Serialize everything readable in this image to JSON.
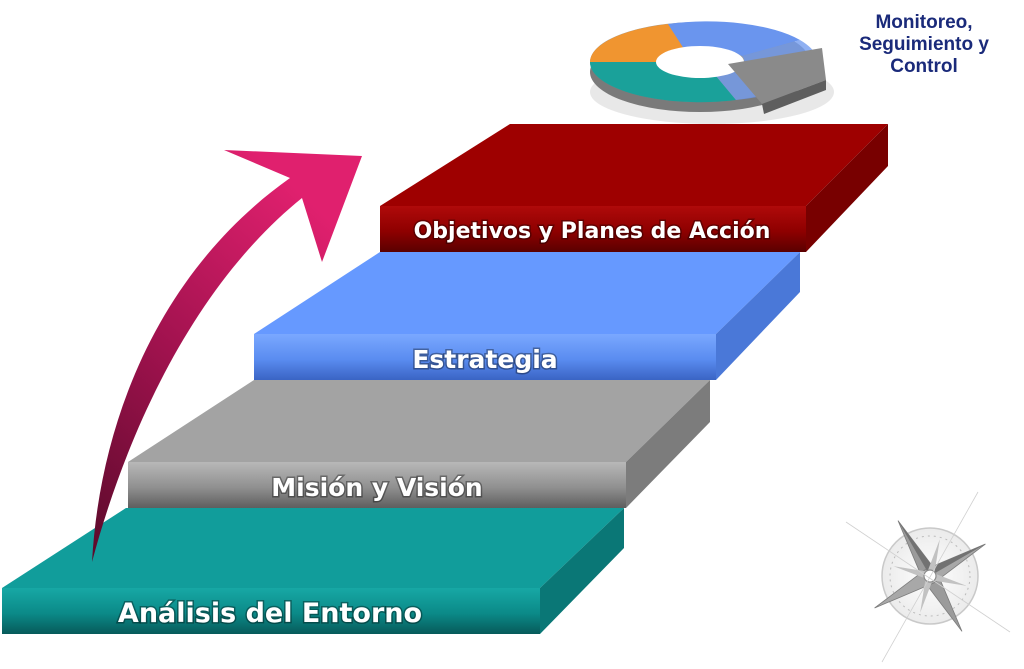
{
  "steps": {
    "step1": {
      "label": "Análisis del Entorno",
      "color": "#0e9a98"
    },
    "step2": {
      "label": "Misión y Visión",
      "color": "#a8a8a8"
    },
    "step3": {
      "label": "Estrategia",
      "color": "#6a9cff"
    },
    "step4": {
      "label": "Objetivos y Planes de Acción",
      "color": "#a40000"
    }
  },
  "top_caption": {
    "line1": "Monitoreo,",
    "line2": "Seguimiento y",
    "line3": "Control"
  },
  "colors": {
    "arrow": "#d01a68",
    "cycle_orange": "#f09530",
    "cycle_blue": "#6a95ee",
    "cycle_gray": "#8a8a8a",
    "cycle_teal": "#1aa19a",
    "caption": "#1a2a7a"
  },
  "icons": [
    "curved-up-arrow-icon",
    "cycle-donut-icon",
    "compass-rose-icon"
  ]
}
